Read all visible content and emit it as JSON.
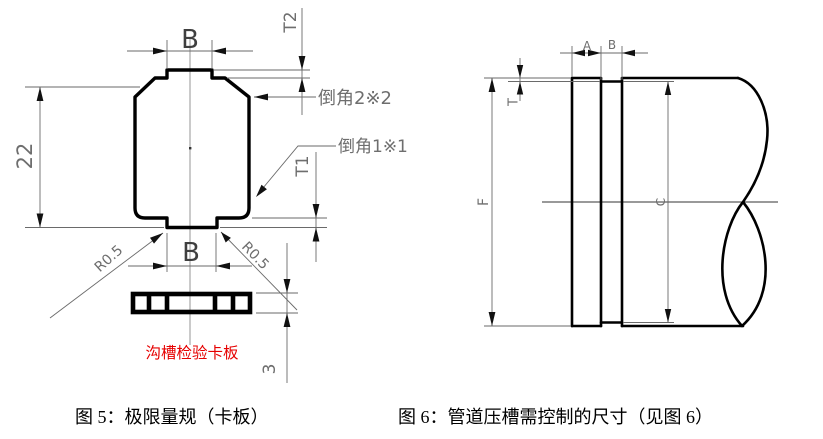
{
  "figure5": {
    "caption": "图 5：极限量规（卡板）",
    "red_note": "沟槽检验卡板",
    "labels": {
      "width_top": "B",
      "t2": "T2",
      "chamfer_2x2": "倒角2※2",
      "chamfer_1x1": "倒角1※1",
      "t1": "T1",
      "height": "22",
      "radius_left": "R0.5",
      "radius_right": "R0.5",
      "width_bottom": "B",
      "thickness": "3"
    }
  },
  "figure6": {
    "caption": "图 6：管道压槽需控制的尺寸（见图 6）",
    "labels": {
      "a": "A",
      "b": "B",
      "t": "T",
      "f": "F",
      "c": "C"
    }
  },
  "colors": {
    "line": "#000000",
    "dim_line": "#6a6a6a",
    "red_note": "#e60000"
  }
}
